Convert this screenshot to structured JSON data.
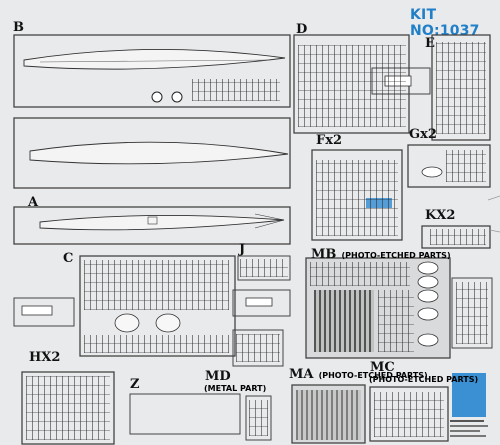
{
  "header": {
    "kit_number": "KIT NO:1037"
  },
  "sprue_labels": {
    "B": "B",
    "A": "A",
    "C": "C",
    "D": "D",
    "E": "E",
    "Fx2": "Fx2",
    "Gx2": "Gx2",
    "KX2": "KX2",
    "J": "J",
    "MB": "MB",
    "MB_note": "(PHOTO-ETCHED PARTS)",
    "HX2": "HX2",
    "Z": "Z",
    "MD": "MD",
    "MD_note": "(METAL PART)",
    "MA": "MA",
    "MA_note": "(PHOTO-ETCHED PARTS)",
    "MC": "MC",
    "MC_note": "(PHOTO-ETCHED PARTS)"
  },
  "colors": {
    "kit_number": "#1f7fc8",
    "highlight": "#3b8fd3",
    "background": "#e9eaec"
  }
}
